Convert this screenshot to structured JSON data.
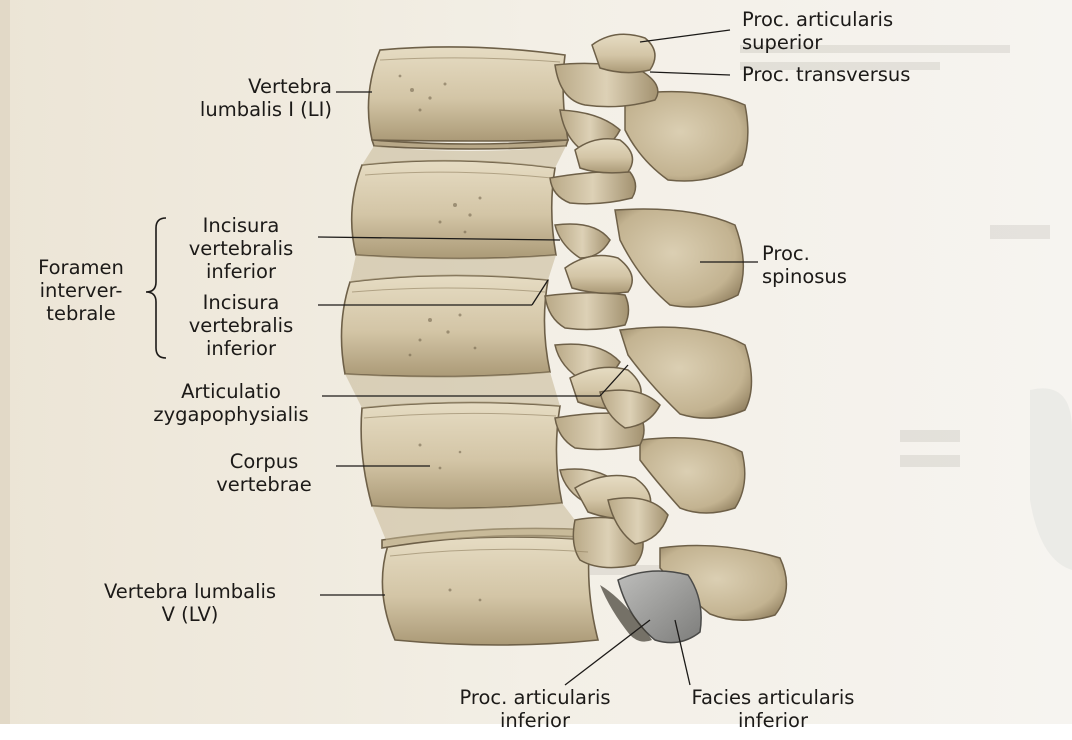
{
  "labels": {
    "proc_articularis_superior": "Proc. articularis\nsuperior",
    "proc_transversus": "Proc. transversus",
    "vertebra_lumbalis_i": "Vertebra\nlumbalis I (LI)",
    "incisura_vertebralis_inferior_upper": "Incisura\nvertebralis\ninferior",
    "foramen_intervertebrale": "Foramen\ninterver-\ntebrale",
    "proc_spinosus": "Proc.\nspinosus",
    "incisura_vertebralis_inferior_lower": "Incisura\nvertebralis\ninferior",
    "articulatio_zygapophysialis": "Articulatio\nzygapophysialis",
    "corpus_vertebrae": "Corpus\nvertebrae",
    "vertebra_lumbalis_v": "Vertebra lumbalis\nV (LV)",
    "proc_articularis_inferior": "Proc. articularis\ninferior",
    "facies_articularis_inferior": "Facies articularis\ninferior"
  },
  "colors": {
    "bone": "#d9cdb1",
    "bone_shadow": "#a39270",
    "bone_dark": "#6e6048",
    "facet_grey": "#9c9c9a",
    "paper": "#f1ece2",
    "ink": "#1c1a18"
  }
}
